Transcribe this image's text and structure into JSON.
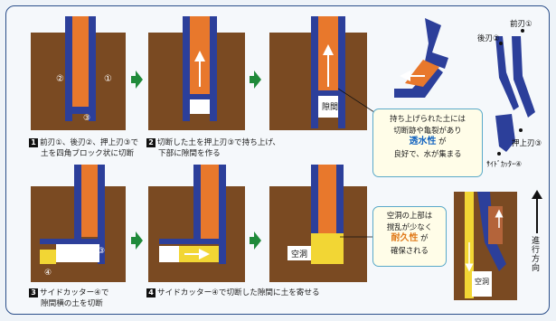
{
  "labels": {
    "rear_blade": "②",
    "front_blade": "①",
    "push_blade": "③",
    "side_cutter": "④",
    "gap": "隙間",
    "void": "空洞"
  },
  "steps": [
    {
      "number": "1",
      "line1": "前刃①、後刃②、押上刃③で",
      "line2": "土を四角ブロック状に切断"
    },
    {
      "number": "2",
      "line1": "切断した土を押上刃③で持ち上げ、",
      "line2": "下部に隙間を作る"
    },
    {
      "number": "3",
      "line1": "サイドカッター④で",
      "line2": "隙間横の土を切断"
    },
    {
      "number": "4",
      "line1": "サイドカッター④で切断した隙間に土を寄せる",
      "line2": ""
    }
  ],
  "callout_permeability": {
    "line1": "持ち上げられた土には",
    "line2": "切断跡や亀裂があり",
    "highlight": "透水性",
    "highlight_suffix": "が",
    "line4": "良好で、水が集まる"
  },
  "callout_durability": {
    "line1": "空洞の上部は",
    "line2": "撹乱が少なく",
    "highlight": "耐久性",
    "highlight_suffix": "が",
    "line4": "確保される"
  },
  "tool_diagram": {
    "front_blade": "前刃①",
    "rear_blade": "後刃②",
    "push_blade": "押上刃③",
    "side_cutter": "ｻｲﾄﾞｶｯﾀｰ④"
  },
  "direction": {
    "text": "進行方向",
    "void_label": "空洞"
  },
  "colors": {
    "soil": "#7a4a22",
    "blade_blue": "#2c3f9a",
    "orange_soil": "#e8782c",
    "arrow_green": "#1f8a3a",
    "callout_border": "#5aa9c9",
    "highlight_blue": "#1565c0",
    "highlight_orange": "#e07a1a"
  }
}
